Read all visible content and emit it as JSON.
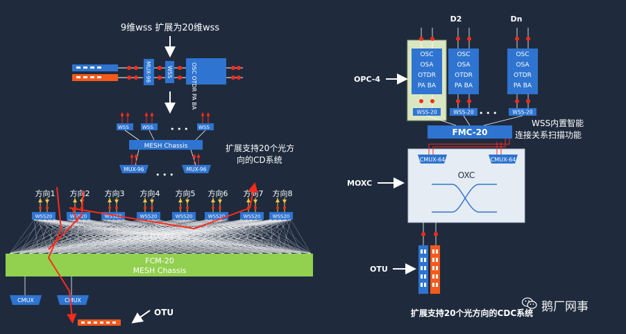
{
  "left": {
    "top_title": "9维wss 扩展为20维wss",
    "mux96": "MUX-96",
    "wss": "WSS",
    "osc_stack": "OSC OTDR PA BA",
    "mesh_chassis": "MESH Chassis",
    "mux96_a": "MUX-96",
    "mux96_b": "MUX-96",
    "dots": "• • •",
    "side_text": [
      "扩展支持20个光方",
      "向的CD系统"
    ],
    "directions": [
      "方向1",
      "方向2",
      "方向3",
      "方向4",
      "方向5",
      "方向6",
      "方向7",
      "方向8"
    ],
    "wss20": "WSS20",
    "fcm_line1": "FCM-20",
    "fcm_line2": "MESH Chassis",
    "cmux": "CMUX",
    "otu": "OTU"
  },
  "right": {
    "d2": "D2",
    "dn": "Dn",
    "opc4": "OPC-4",
    "module_lines": [
      "OSC",
      "OSA",
      "OTDR",
      "PA  BA"
    ],
    "wss20": "WSS-20",
    "dots": "• • •",
    "fmc20": "FMC-20",
    "wss_note": [
      "WSS内置智能",
      "连接关系扫描功能"
    ],
    "cmux64": "CMUX-64",
    "oxc": "OXC",
    "moxc": "MOXC",
    "otu": "OTU",
    "bottom_caption": "扩展支持20个光方向的CDC系统"
  },
  "watermark": "鹅厂网事",
  "colors": {
    "background": "#1f2b3d",
    "blue": "#2e74d0",
    "green": "#92d050",
    "red": "#ff2a1a",
    "orange": "#f35a1c",
    "yellow": "#f5c542",
    "panel": "#e6ecf4",
    "opc_bg": "#d8e6c2"
  }
}
